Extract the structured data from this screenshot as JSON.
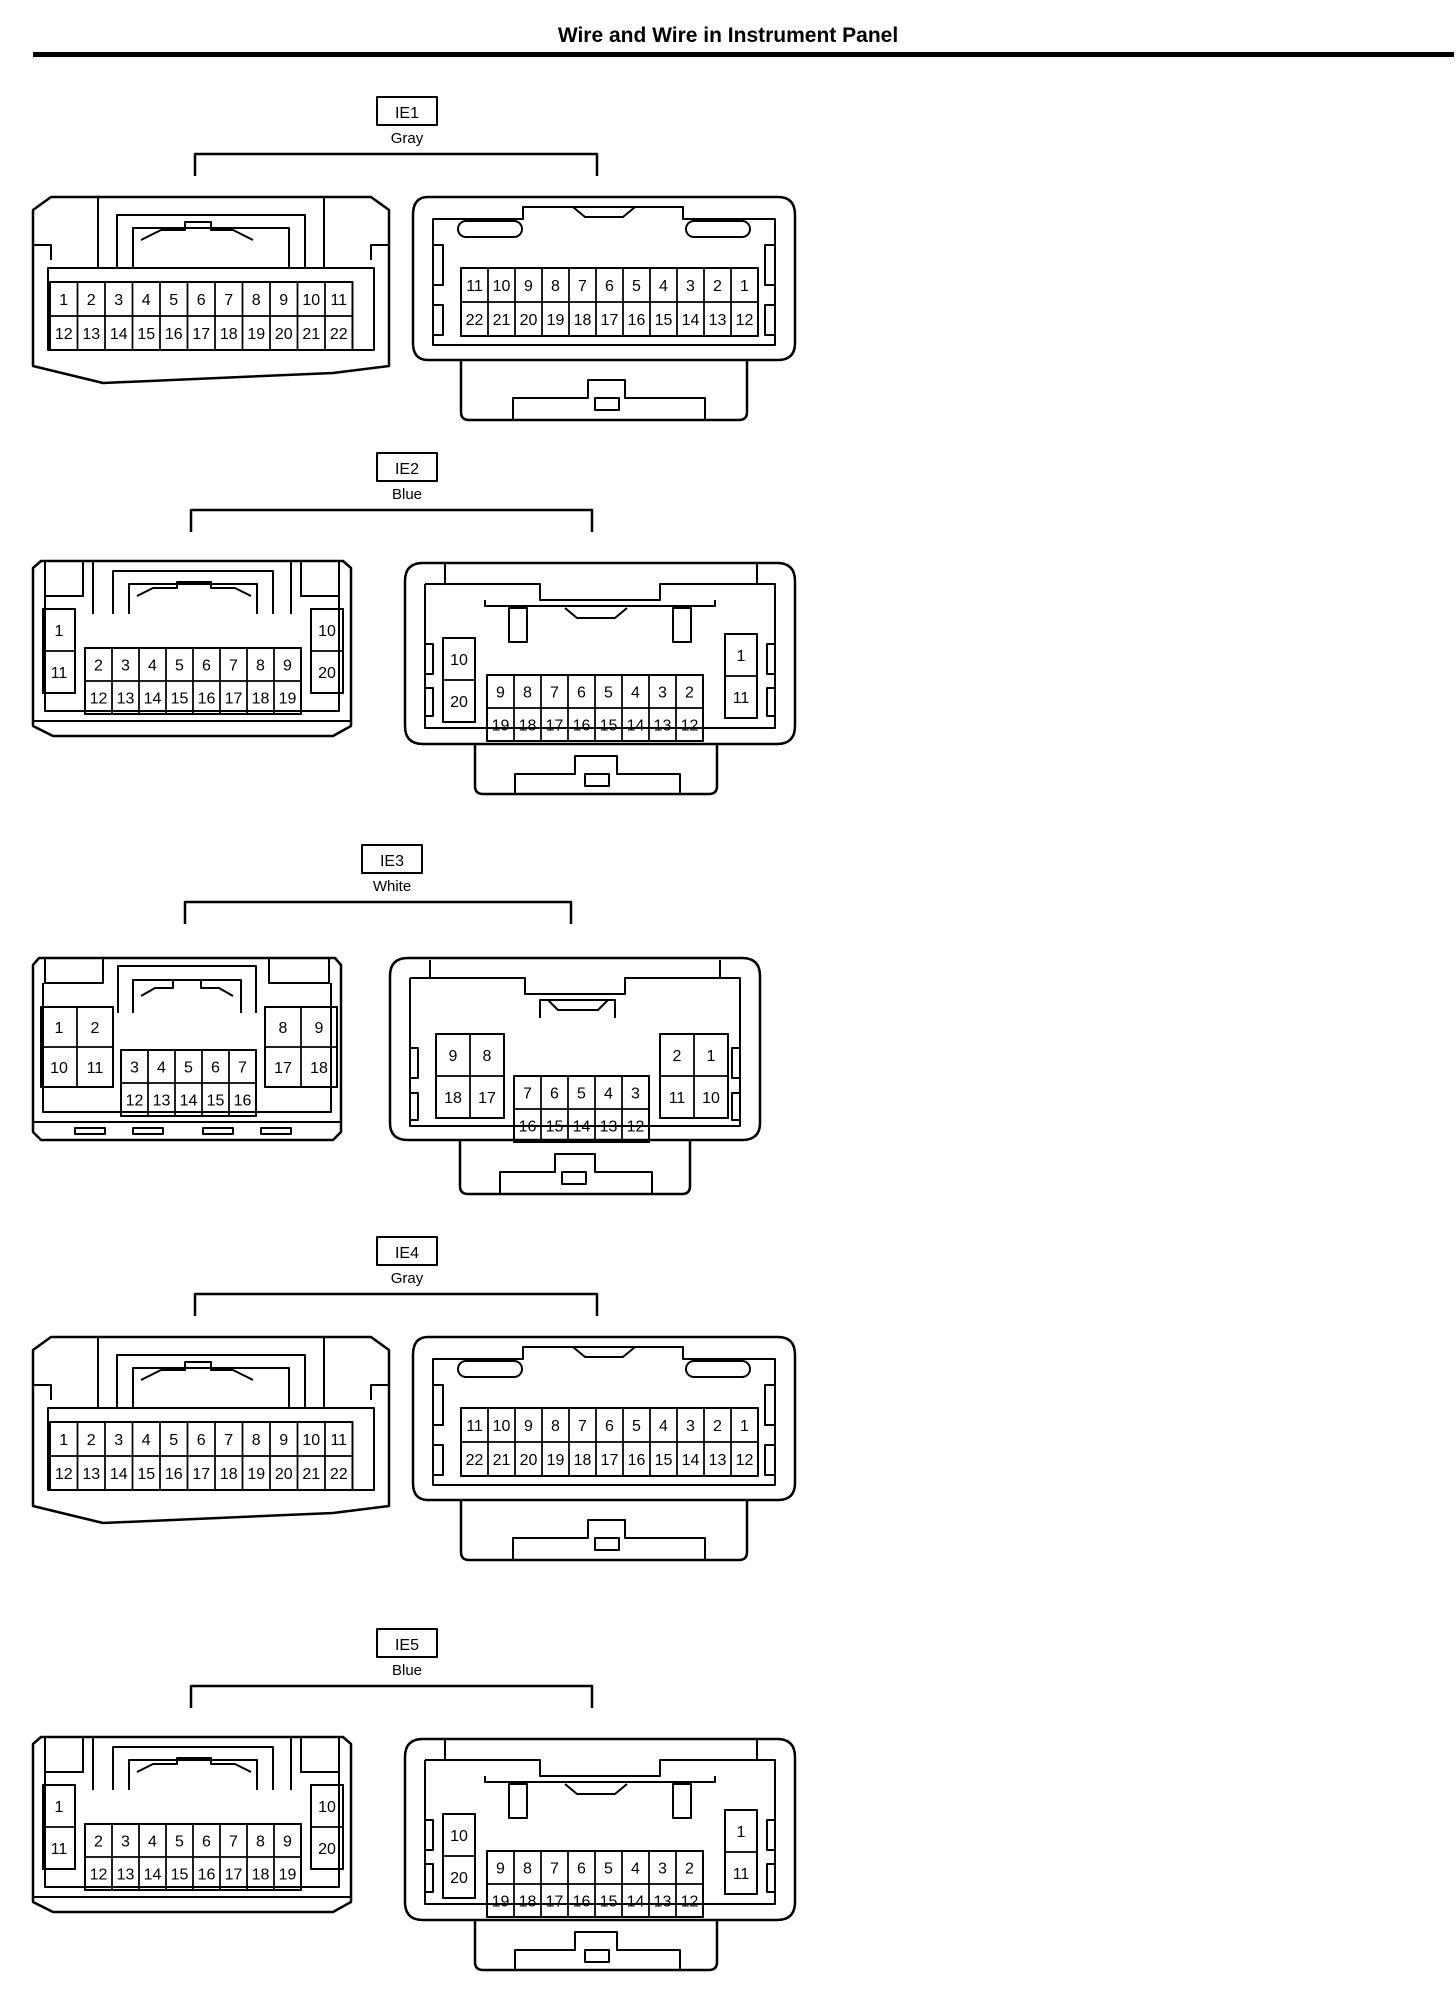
{
  "title": "Wire and Wire in Instrument Panel",
  "connectors": [
    {
      "id": "IE1",
      "color": "Gray",
      "left": {
        "rows": [
          [
            "1",
            "2",
            "3",
            "4",
            "5",
            "6",
            "7",
            "8",
            "9",
            "10",
            "11"
          ],
          [
            "12",
            "13",
            "14",
            "15",
            "16",
            "17",
            "18",
            "19",
            "20",
            "21",
            "22"
          ]
        ]
      },
      "right": {
        "rows": [
          [
            "11",
            "10",
            "9",
            "8",
            "7",
            "6",
            "5",
            "4",
            "3",
            "2",
            "1"
          ],
          [
            "22",
            "21",
            "20",
            "19",
            "18",
            "17",
            "16",
            "15",
            "14",
            "13",
            "12"
          ]
        ]
      }
    },
    {
      "id": "IE2",
      "color": "Blue",
      "left": {
        "side_a": [
          [
            "1"
          ],
          [
            "11"
          ]
        ],
        "rows": [
          [
            "2",
            "3",
            "4",
            "5",
            "6",
            "7",
            "8",
            "9"
          ],
          [
            "12",
            "13",
            "14",
            "15",
            "16",
            "17",
            "18",
            "19"
          ]
        ],
        "side_b": [
          [
            "10"
          ],
          [
            "20"
          ]
        ]
      },
      "right": {
        "side_a": [
          [
            "10"
          ],
          [
            "20"
          ]
        ],
        "rows": [
          [
            "9",
            "8",
            "7",
            "6",
            "5",
            "4",
            "3",
            "2"
          ],
          [
            "19",
            "18",
            "17",
            "16",
            "15",
            "14",
            "13",
            "12"
          ]
        ],
        "side_b": [
          [
            "1"
          ],
          [
            "11"
          ]
        ]
      }
    },
    {
      "id": "IE3",
      "color": "White",
      "left": {
        "side_a": [
          [
            "1",
            "2"
          ],
          [
            "10",
            "11"
          ]
        ],
        "rows": [
          [
            "3",
            "4",
            "5",
            "6",
            "7"
          ],
          [
            "12",
            "13",
            "14",
            "15",
            "16"
          ]
        ],
        "side_b": [
          [
            "8",
            "9"
          ],
          [
            "17",
            "18"
          ]
        ]
      },
      "right": {
        "side_a": [
          [
            "9",
            "8"
          ],
          [
            "18",
            "17"
          ]
        ],
        "rows": [
          [
            "7",
            "6",
            "5",
            "4",
            "3"
          ],
          [
            "16",
            "15",
            "14",
            "13",
            "12"
          ]
        ],
        "side_b": [
          [
            "2",
            "1"
          ],
          [
            "11",
            "10"
          ]
        ]
      }
    },
    {
      "id": "IE4",
      "color": "Gray",
      "left": {
        "rows": [
          [
            "1",
            "2",
            "3",
            "4",
            "5",
            "6",
            "7",
            "8",
            "9",
            "10",
            "11"
          ],
          [
            "12",
            "13",
            "14",
            "15",
            "16",
            "17",
            "18",
            "19",
            "20",
            "21",
            "22"
          ]
        ]
      },
      "right": {
        "rows": [
          [
            "11",
            "10",
            "9",
            "8",
            "7",
            "6",
            "5",
            "4",
            "3",
            "2",
            "1"
          ],
          [
            "22",
            "21",
            "20",
            "19",
            "18",
            "17",
            "16",
            "15",
            "14",
            "13",
            "12"
          ]
        ]
      }
    },
    {
      "id": "IE5",
      "color": "Blue",
      "left": {
        "side_a": [
          [
            "1"
          ],
          [
            "11"
          ]
        ],
        "rows": [
          [
            "2",
            "3",
            "4",
            "5",
            "6",
            "7",
            "8",
            "9"
          ],
          [
            "12",
            "13",
            "14",
            "15",
            "16",
            "17",
            "18",
            "19"
          ]
        ],
        "side_b": [
          [
            "10"
          ],
          [
            "20"
          ]
        ]
      },
      "right": {
        "side_a": [
          [
            "10"
          ],
          [
            "20"
          ]
        ],
        "rows": [
          [
            "9",
            "8",
            "7",
            "6",
            "5",
            "4",
            "3",
            "2"
          ],
          [
            "19",
            "18",
            "17",
            "16",
            "15",
            "14",
            "13",
            "12"
          ]
        ],
        "side_b": [
          [
            "1"
          ],
          [
            "11"
          ]
        ]
      }
    }
  ]
}
